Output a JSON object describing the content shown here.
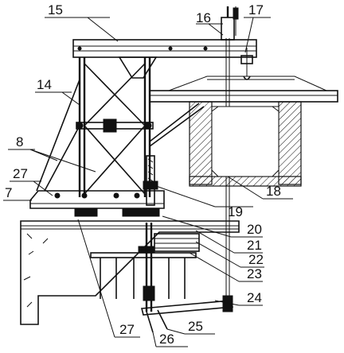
{
  "labels": {
    "l15": "15",
    "l16": "16",
    "l17": "17",
    "l14": "14",
    "l8": "8",
    "l27a": "27",
    "l7": "7",
    "l18": "18",
    "l19": "19",
    "l20": "20",
    "l21": "21",
    "l22": "22",
    "l23": "23",
    "l24": "24",
    "l25": "25",
    "l26": "26",
    "l27b": "27"
  }
}
